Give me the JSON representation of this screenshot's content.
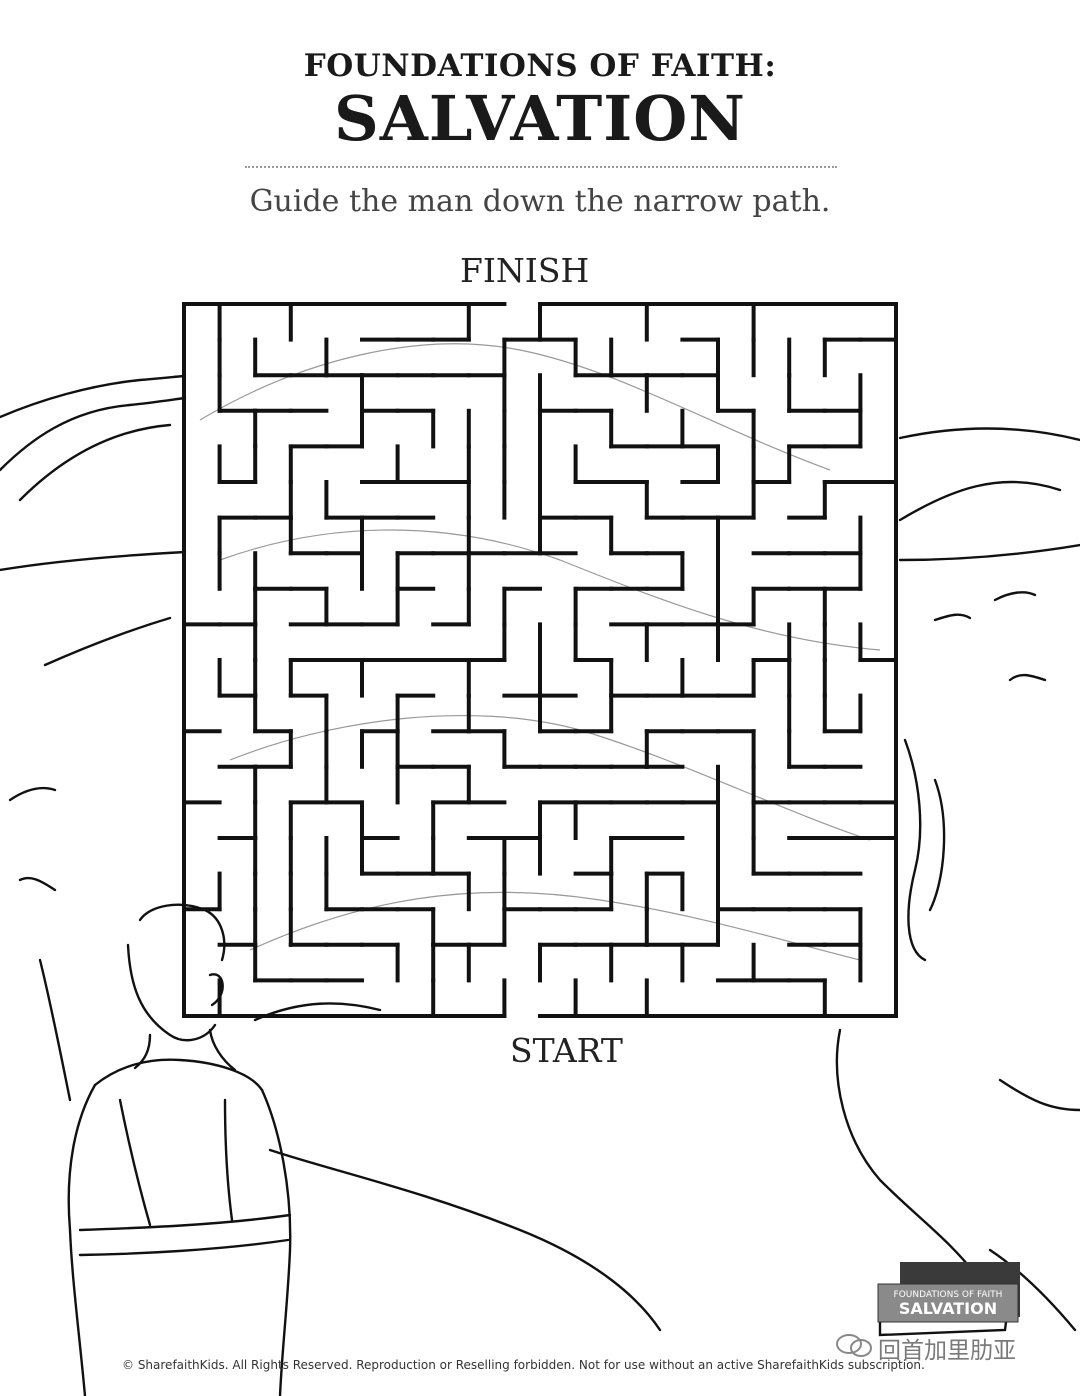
{
  "header": {
    "title_line1": "FOUNDATIONS OF FAITH:",
    "title_line2": "SALVATION",
    "instruction": "Guide the man down the narrow path."
  },
  "maze": {
    "finish_label": "FINISH",
    "start_label": "START"
  },
  "badge": {
    "line1": "FOUNDATIONS OF FAITH",
    "line2": "SALVATION"
  },
  "footer": {
    "copyright": "© SharefaithKids. All Rights Reserved. Reproduction or Reselling forbidden. Not for use without an active SharefaithKids subscription."
  },
  "watermark": {
    "text": "回首加里肋亚",
    "icon": "wechat-icon"
  }
}
